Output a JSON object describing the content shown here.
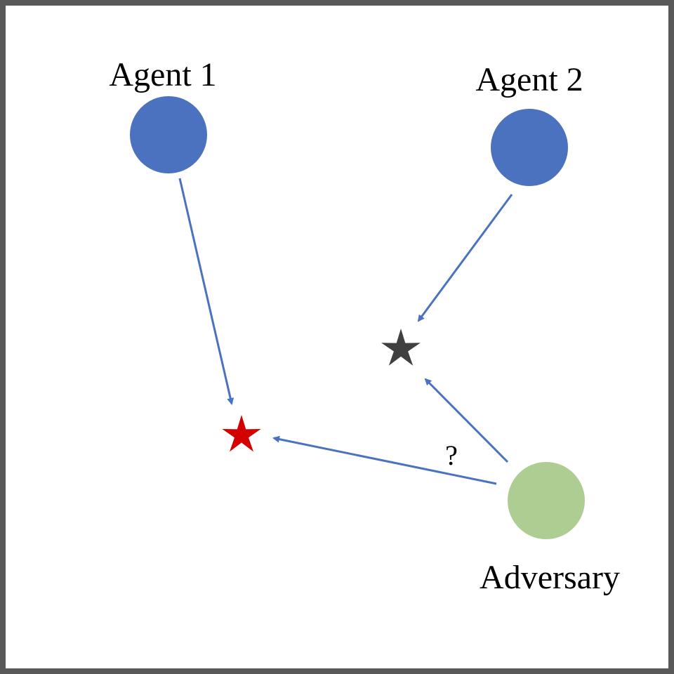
{
  "labels": {
    "agent1": "Agent 1",
    "agent2": "Agent 2",
    "adversary": "Adversary",
    "question": "?"
  },
  "colors": {
    "agent": "#4a72be",
    "adversary": "#aecd93",
    "arrow": "#4a72be",
    "target_true": "#d20000",
    "target_decoy": "#404040",
    "border": "#595959"
  },
  "icons": {
    "target_true": "red-star-icon",
    "target_decoy": "dark-star-icon"
  }
}
